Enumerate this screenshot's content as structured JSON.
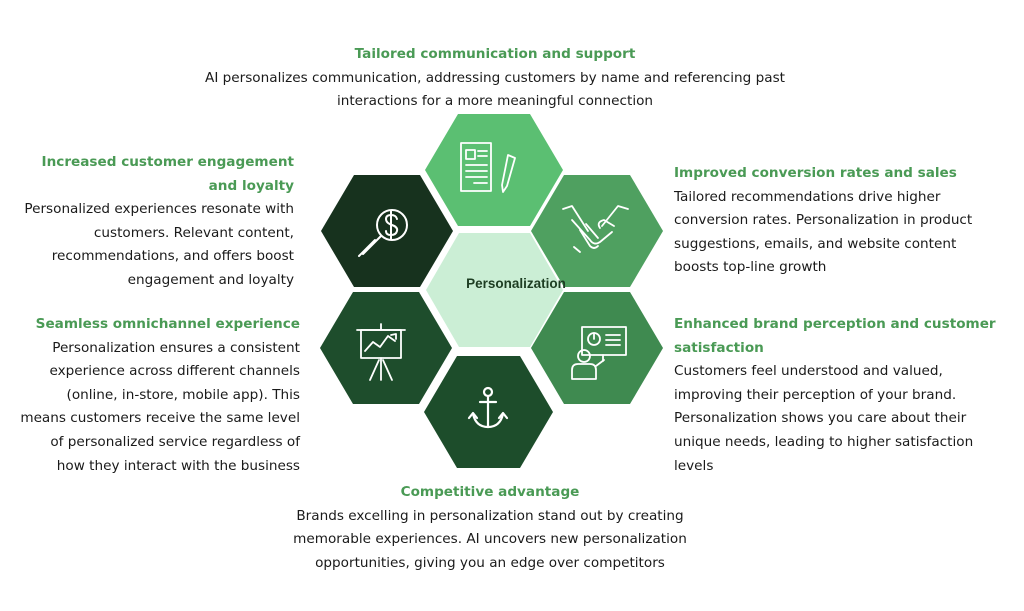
{
  "colors": {
    "heading": "#4a9a55",
    "hex_top": "#5bbf72",
    "hex_upper_right": "#4fa060",
    "hex_lower_right": "#3f8a50",
    "hex_bottom": "#1d4d2b",
    "hex_lower_left": "#1e4d2c",
    "hex_upper_left": "#17321e",
    "hex_center": "#cbeed5"
  },
  "center": {
    "label": "Personalization"
  },
  "sections": {
    "top": {
      "title": "Tailored communication and support",
      "lines": [
        "AI personalizes communication, addressing customers by name and referencing past",
        "interactions for a more meaningful connection"
      ],
      "icon": "document-pen-icon"
    },
    "upper_left": {
      "title_lines": [
        "Increased customer engagement",
        "and loyalty"
      ],
      "lines": [
        "Personalized experiences resonate with",
        "customers. Relevant content,",
        "recommendations, and offers boost",
        "engagement and loyalty"
      ],
      "icon": "magnifier-dollar-icon"
    },
    "upper_right": {
      "title": "Improved conversion rates and sales",
      "lines": [
        "Tailored recommendations drive higher",
        "conversion rates. Personalization in product",
        "suggestions, emails, and website content",
        "boosts top-line growth"
      ],
      "icon": "handshake-icon"
    },
    "lower_left": {
      "title": "Seamless omnichannel experience",
      "lines": [
        "Personalization ensures a consistent",
        "experience across different channels",
        "(online, in-store, mobile app). This",
        "means customers receive the same level",
        "of personalized service regardless of",
        "how they interact with the business"
      ],
      "icon": "easel-chart-icon"
    },
    "lower_right": {
      "title_lines": [
        "Enhanced brand perception and customer",
        "satisfaction"
      ],
      "lines": [
        "Customers feel understood and valued,",
        "improving their perception of your brand.",
        "Personalization shows you care about their",
        "unique needs, leading to higher satisfaction",
        "levels"
      ],
      "icon": "presenter-icon"
    },
    "bottom": {
      "title": "Competitive advantage",
      "lines": [
        "Brands excelling in personalization stand out by creating",
        "memorable experiences. AI uncovers new personalization",
        "opportunities, giving you an edge over competitors"
      ],
      "icon": "anchor-icon"
    }
  }
}
